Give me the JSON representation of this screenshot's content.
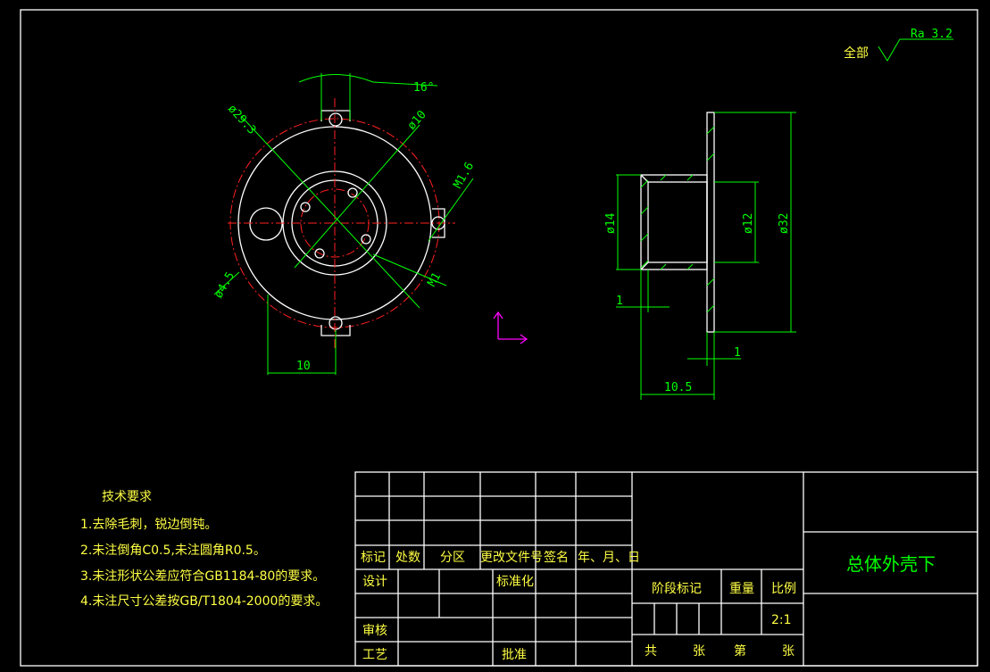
{
  "dimensions": {
    "angle": "16°",
    "d29_3": "ø29.3",
    "d10": "ø10",
    "m1_6": "M1.6",
    "d4_5": "ø4.5",
    "x10": "10",
    "d14": "ø14",
    "d12": "ø12",
    "d32": "ø32",
    "one_a": "1",
    "one_b": "1",
    "len10_5": "10.5",
    "m1": "M1"
  },
  "roughness": {
    "scope": "全部",
    "value": "Ra 3.2"
  },
  "technical_requirements": {
    "title": "技术要求",
    "items": [
      "1.去除毛刺，锐边倒钝。",
      "2.未注倒角C0.5,未注圆角R0.5。",
      "3.未注形状公差应符合GB1184-80的要求。",
      "4.未注尺寸公差按GB/T1804-2000的要求。"
    ]
  },
  "title_block": {
    "part_name": "总体外壳下",
    "mark": "标记",
    "count": "处数",
    "zone": "分区",
    "change_doc": "更改文件号",
    "sign": "签名",
    "date": "年、月、日",
    "design": "设计",
    "standardize": "标准化",
    "review": "审核",
    "process": "工艺",
    "approve": "批准",
    "stage_mark": "阶段标记",
    "weight": "重量",
    "scale_label": "比例",
    "scale": "2:1",
    "total": "共",
    "sheet_unit": "张",
    "nth": "第",
    "sheet_unit2": "张"
  },
  "colors": {
    "outline": "#ffffff",
    "dimension": "#00ff00",
    "centerline": "#ff2020",
    "text": "#ffff44"
  }
}
